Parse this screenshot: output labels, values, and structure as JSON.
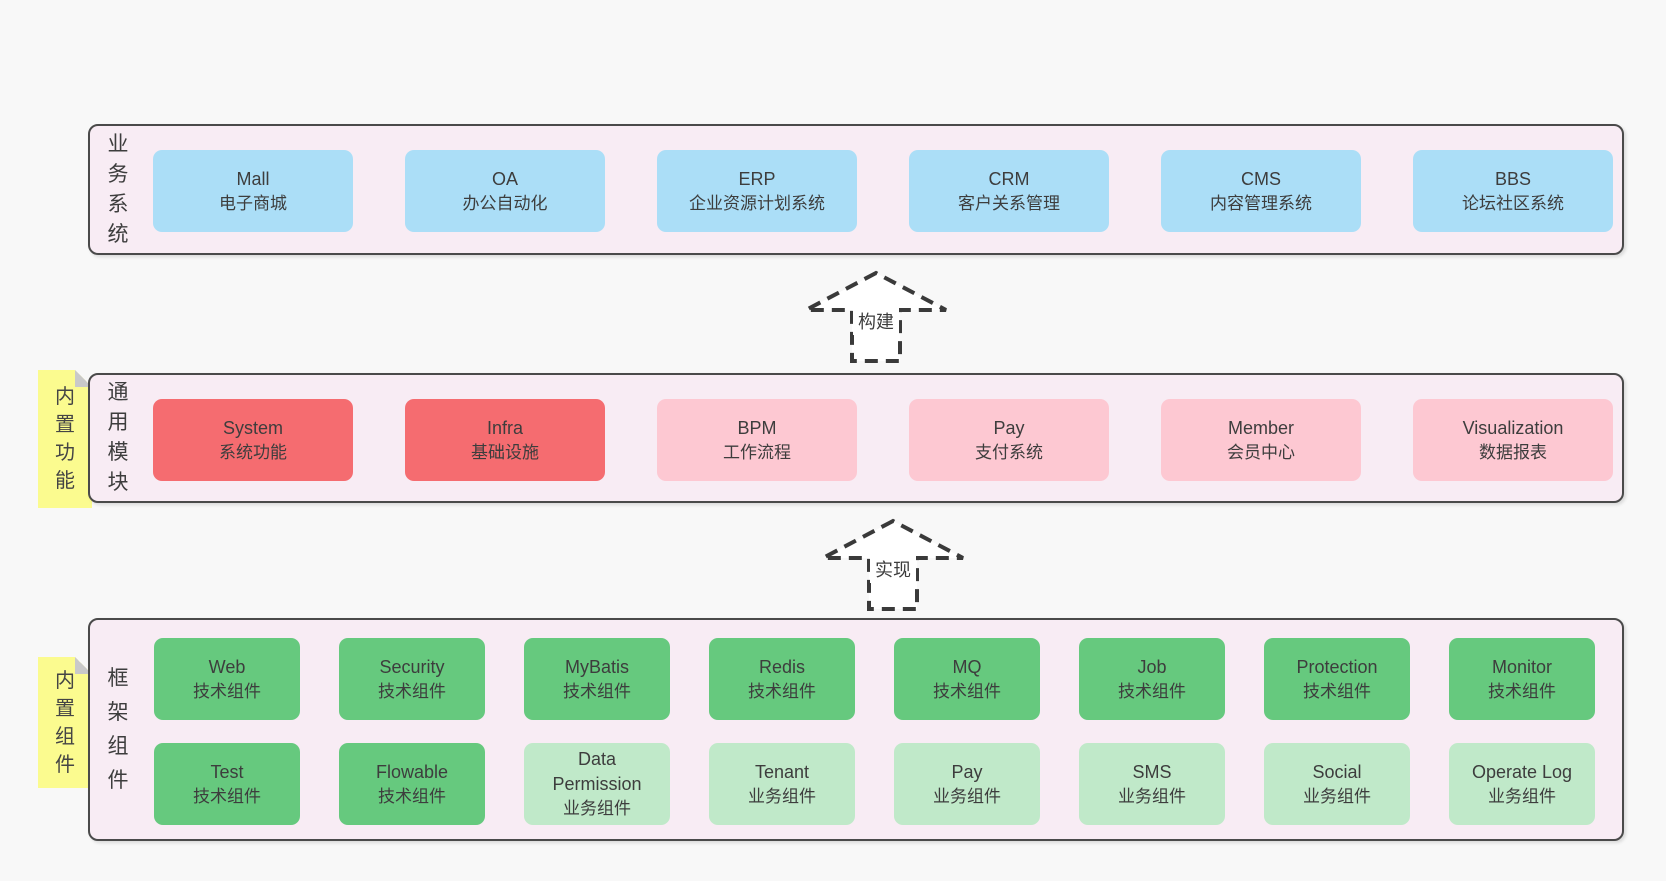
{
  "arrows": [
    {
      "label": "构建"
    },
    {
      "label": "实现"
    }
  ],
  "bands": [
    {
      "label": "业务系统",
      "boxes": [
        {
          "title": "Mall",
          "subtitle": "电子商城"
        },
        {
          "title": "OA",
          "subtitle": "办公自动化"
        },
        {
          "title": "ERP",
          "subtitle": "企业资源计划系统"
        },
        {
          "title": "CRM",
          "subtitle": "客户关系管理"
        },
        {
          "title": "CMS",
          "subtitle": "内容管理系统"
        },
        {
          "title": "BBS",
          "subtitle": "论坛社区系统"
        }
      ]
    },
    {
      "label": "通用模块",
      "sticky": "内置功能",
      "boxes": [
        {
          "title": "System",
          "subtitle": "系统功能"
        },
        {
          "title": "Infra",
          "subtitle": "基础设施"
        },
        {
          "title": "BPM",
          "subtitle": "工作流程"
        },
        {
          "title": "Pay",
          "subtitle": "支付系统"
        },
        {
          "title": "Member",
          "subtitle": "会员中心"
        },
        {
          "title": "Visualization",
          "subtitle": "数据报表"
        }
      ]
    },
    {
      "label": "框架组件",
      "sticky": "内置组件",
      "rows": [
        [
          {
            "title": "Web",
            "subtitle": "技术组件"
          },
          {
            "title": "Security",
            "subtitle": "技术组件"
          },
          {
            "title": "MyBatis",
            "subtitle": "技术组件"
          },
          {
            "title": "Redis",
            "subtitle": "技术组件"
          },
          {
            "title": "MQ",
            "subtitle": "技术组件"
          },
          {
            "title": "Job",
            "subtitle": "技术组件"
          },
          {
            "title": "Protection",
            "subtitle": "技术组件"
          },
          {
            "title": "Monitor",
            "subtitle": "技术组件"
          }
        ],
        [
          {
            "title": "Test",
            "subtitle": "技术组件"
          },
          {
            "title": "Flowable",
            "subtitle": "技术组件"
          },
          {
            "title": "Data Permission",
            "subtitle": "业务组件"
          },
          {
            "title": "Tenant",
            "subtitle": "业务组件"
          },
          {
            "title": "Pay",
            "subtitle": "业务组件"
          },
          {
            "title": "SMS",
            "subtitle": "业务组件"
          },
          {
            "title": "Social",
            "subtitle": "业务组件"
          },
          {
            "title": "Operate Log",
            "subtitle": "业务组件"
          }
        ]
      ]
    }
  ],
  "colors": {
    "page_bg": "#f8f8f8",
    "band_bg": "#f8ecf4",
    "band_border": "#4a4a4a",
    "box_blue": "#abdef7",
    "box_red": "#f56c70",
    "box_pink": "#fdc8d2",
    "box_green": "#66c97e",
    "box_green_light": "#c0e9c9",
    "sticky_yellow": "#fbfb8f",
    "fold_gray": "#c9c9c9",
    "text": "#3d3d3d"
  }
}
